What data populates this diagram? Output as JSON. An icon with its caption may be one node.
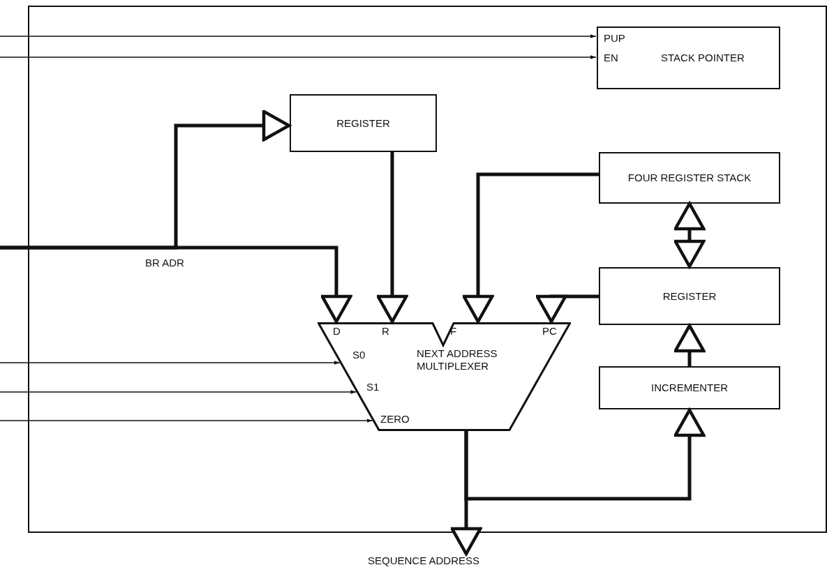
{
  "diagram": {
    "nodes": [
      {
        "text": [],
        "shape": "box"
      },
      {
        "text": [
          "PUP",
          "EN",
          "STACK POINTER"
        ],
        "in": 0
      },
      {
        "text": [
          "REGISTER"
        ],
        "in": 0
      },
      {
        "text": [
          "FOUR REGISTER STACK"
        ],
        "in": 0
      },
      {
        "text": [
          "D",
          "R",
          "F",
          "PC",
          "S0",
          "NEXT ADDRESS MULTIPLEXER",
          "S1",
          "ZERO"
        ],
        "in": 0
      },
      {
        "text": [
          "REGISTER"
        ],
        "in": 0
      },
      {
        "text": [
          "INCREMENTER"
        ],
        "in": 0
      },
      {
        "text": [
          "SEQUENCE ADDRESS"
        ]
      }
    ],
    "edges": [
      {
        "from": null,
        "to": 1,
        "arrow": "to"
      },
      {
        "from": null,
        "to": 1,
        "arrow": "to"
      },
      {
        "from": null,
        "to": 2,
        "arrow": "to",
        "label": "BR ADR"
      },
      {
        "from": null,
        "to": 4,
        "arrow": "to"
      },
      {
        "from": 2,
        "to": 4,
        "arrow": "to"
      },
      {
        "from": 3,
        "to": 4,
        "arrow": "to"
      },
      {
        "from": 3,
        "to": 5,
        "arrow": "both"
      },
      {
        "from": 5,
        "to": 4,
        "arrow": "to"
      },
      {
        "from": null,
        "to": 4,
        "arrow": "to"
      },
      {
        "from": null,
        "to": 4,
        "arrow": "to"
      },
      {
        "from": null,
        "to": 4,
        "arrow": "to"
      },
      {
        "from": 4,
        "to": 6,
        "arrow": "to"
      },
      {
        "from": 6,
        "to": 5,
        "arrow": "to"
      },
      {
        "from": 4,
        "to": 7,
        "arrow": "to"
      }
    ]
  }
}
